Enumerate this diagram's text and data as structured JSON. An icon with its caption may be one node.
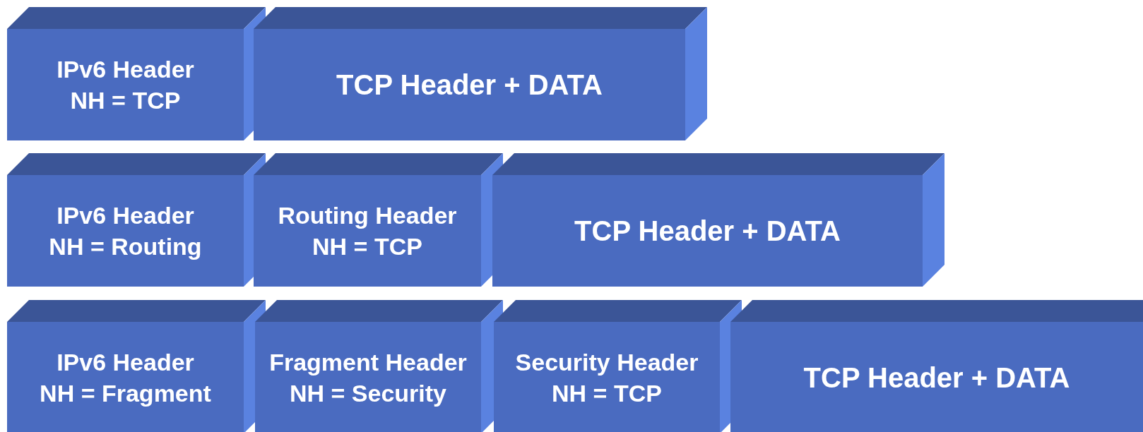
{
  "diagram": {
    "nodes": [
      {
        "text": [
          "IPv6 Header",
          "NH = TCP"
        ]
      },
      {
        "text": [
          "TCP Header + DATA"
        ]
      },
      {
        "text": [
          "IPv6 Header",
          "NH = Routing"
        ]
      },
      {
        "text": [
          "Routing Header",
          "NH = TCP"
        ]
      },
      {
        "text": [
          "TCP Header + DATA"
        ]
      },
      {
        "text": [
          "IPv6 Header",
          "NH = Fragment"
        ]
      },
      {
        "text": [
          "Fragment Header",
          "NH = Security"
        ]
      },
      {
        "text": [
          "Security Header",
          "NH = TCP"
        ]
      },
      {
        "text": [
          "TCP Header + DATA"
        ]
      }
    ]
  }
}
